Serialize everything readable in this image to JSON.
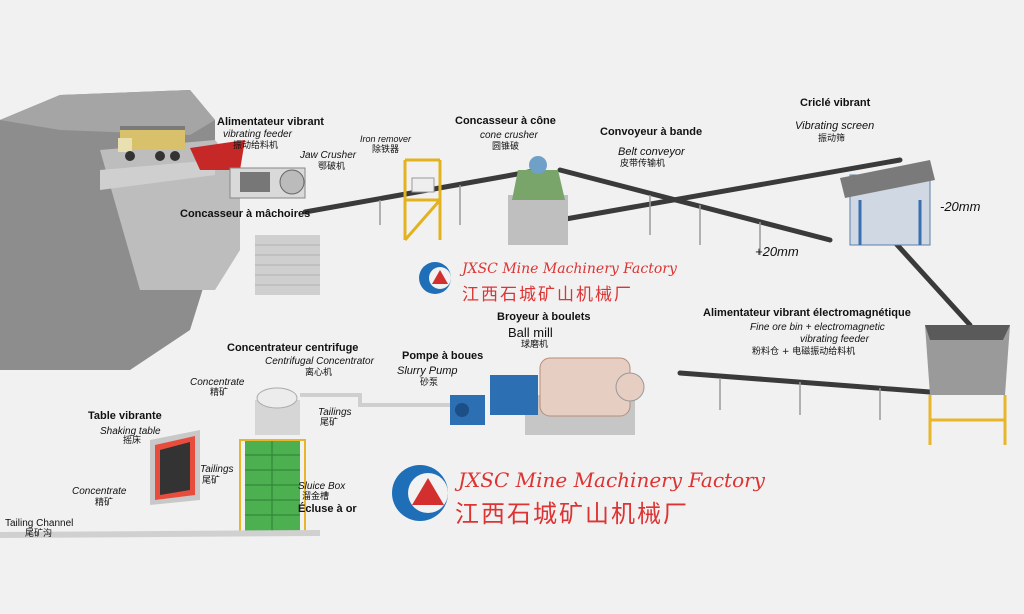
{
  "equipment": {
    "vibrating_feeder": {
      "fr": "Alimentateur vibrant",
      "en": "vibrating feeder",
      "zh": "振动给料机"
    },
    "jaw_crusher": {
      "fr": "Concasseur à mâchoires",
      "en": "Jaw Crusher",
      "zh": "鄂破机"
    },
    "iron_remover": {
      "en": "Iron remover",
      "zh": "除铁器"
    },
    "cone_crusher": {
      "fr": "Concasseur à cône",
      "en": "cone crusher",
      "zh": "圆锥破"
    },
    "belt_conveyor": {
      "fr": "Convoyeur à bande",
      "en": "Belt conveyor",
      "zh": "皮带传输机"
    },
    "vibrating_screen": {
      "fr": "Criclé vibrant",
      "en": "Vibrating screen",
      "zh": "振动筛"
    },
    "fine_ore_bin": {
      "fr": "Alimentateur vibrant électromagnétique",
      "en_line1": "Fine ore bin + electromagnetic",
      "en_line2": "vibrating feeder",
      "zh": "粉料仓 + 电磁振动给料机"
    },
    "ball_mill": {
      "fr": "Broyeur à boulets",
      "en": "Ball mill",
      "zh": "球磨机"
    },
    "slurry_pump": {
      "fr": "Pompe à boues",
      "en": "Slurry Pump",
      "zh": "砂泵"
    },
    "centrifugal_concentrator": {
      "fr": "Concentrateur centrifuge",
      "en": "Centrifugal Concentrator",
      "zh": "离心机"
    },
    "cc_concentrate": {
      "en": "Concentrate",
      "zh": "精矿"
    },
    "cc_tailings": {
      "en": "Tailings",
      "zh": "尾矿"
    },
    "shaking_table": {
      "fr": "Table vibrante",
      "en": "Shaking table",
      "zh": "摇床"
    },
    "st_tailings": {
      "en": "Tailings",
      "zh": "尾矿"
    },
    "st_concentrate": {
      "en": "Concentrate",
      "zh": "精矿"
    },
    "sluice_box": {
      "fr": "Écluse à or",
      "en": "Sluice Box",
      "zh": "溜金槽"
    },
    "tailing_channel": {
      "en": "Tailing Channel",
      "zh": "尾矿沟"
    }
  },
  "sizes": {
    "minus": "-20mm",
    "plus": "+20mm"
  },
  "brand": {
    "en": "JXSC Mine Machinery Factory",
    "zh": "江西石城矿山机械厂"
  },
  "colors": {
    "brand_red": "#d32f2f",
    "logo_blue": "#1f6fb8",
    "frame_yellow": "#f2c230",
    "belt": "#3a3a3a"
  }
}
